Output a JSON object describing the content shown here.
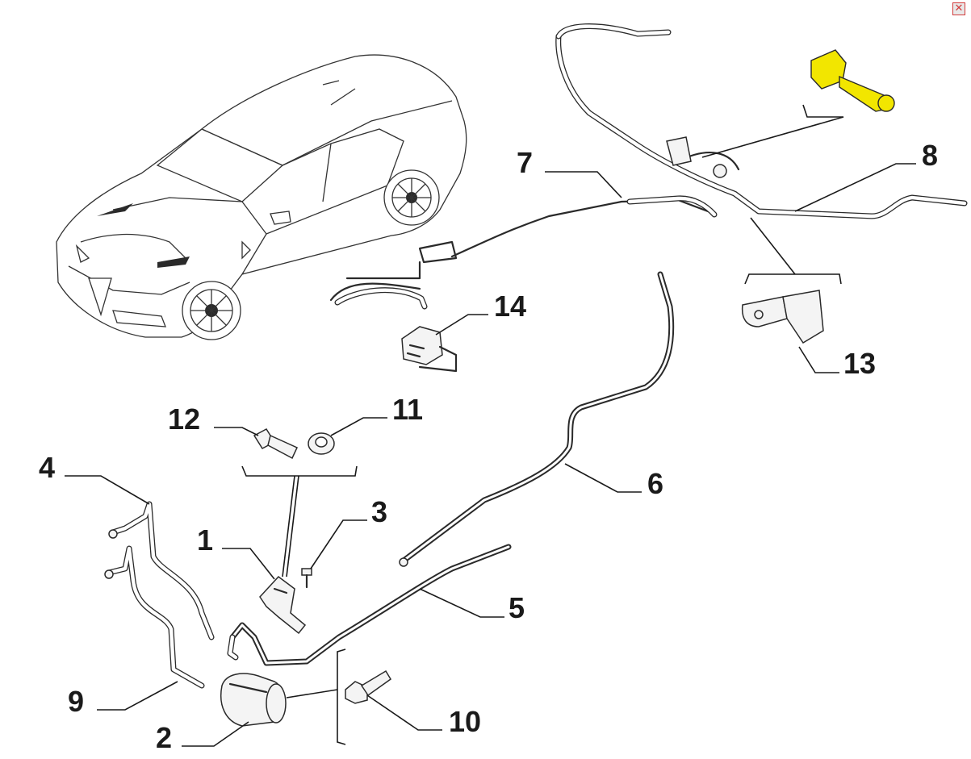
{
  "window": {
    "close_symbol": "✕"
  },
  "callouts": {
    "c1": "1",
    "c2": "2",
    "c3": "3",
    "c4": "4",
    "c5": "5",
    "c6": "6",
    "c7": "7",
    "c8": "8",
    "c9": "9",
    "c10": "10",
    "c11": "11",
    "c12": "12",
    "c13": "13",
    "c14": "14"
  },
  "icons": {
    "close": "close-icon"
  },
  "colors": {
    "highlight": "#f2e600",
    "line": "#1a1a1a",
    "close": "#d23b3b"
  }
}
